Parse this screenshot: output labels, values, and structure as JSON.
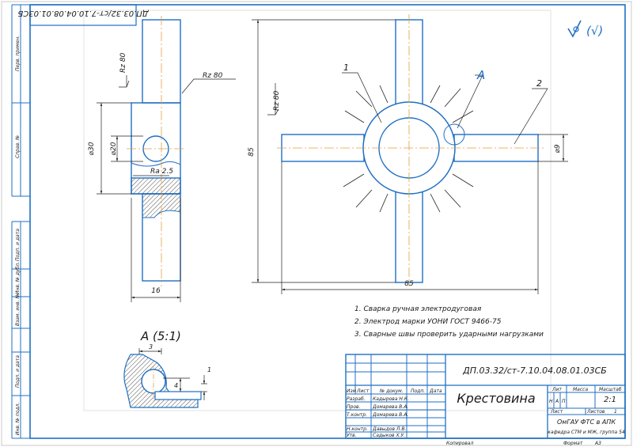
{
  "doc_code": "ДП.03.32/ст-7.10.04.08.01.03СБ",
  "doc_code_rotated": "ДП.03.32/ст-7.10.04.08.01.03СБ",
  "part_name": "Крестовина",
  "roughness_symbol": "(√)",
  "dims": {
    "total_height": "85",
    "total_width": "85",
    "d30": "⌀30",
    "d20": "⌀20",
    "d9": "⌀9",
    "thickness": "16",
    "detail_3": "3",
    "detail_4": "4",
    "detail_1": "1"
  },
  "roughness": {
    "rz80_a": "Rz 80",
    "rz80_b": "Rz 80",
    "rz80_c": "Rz 80",
    "ra25": "Ra 2.5"
  },
  "callouts": {
    "one": "1",
    "two": "2",
    "A": "A"
  },
  "detail_title": "А (5:1)",
  "notes": [
    "1. Сварка ручная электродуговая",
    "2. Электрод марки УОНИ ГОСТ 9466-75",
    "3. Сварные швы проверить ударными нагрузками"
  ],
  "title_block": {
    "lit": "Лит",
    "mass": "Масса",
    "scale": "Масштаб",
    "scale_value": "2:1",
    "sheet": "Лист",
    "sheets": "Листов",
    "sheets_count": "1",
    "org_line1": "ОмГАУ ФТС в АПК",
    "org_line2": "кафедра СТМ и МЖ, группа 54",
    "n_lit": "Н",
    "a_lit": "А",
    "p_lit": "П",
    "header": [
      "Изм",
      "Лист",
      "№ докум.",
      "Подп.",
      "Дата"
    ],
    "rows": [
      {
        "role": "Разраб.",
        "name": "Кадырова Н.К."
      },
      {
        "role": "Пров.",
        "name": "Домарева В.А."
      },
      {
        "role": "Т.контр.",
        "name": "Домарева В.А."
      },
      {
        "role": "Н.контр.",
        "name": "Давыдов Л.В."
      },
      {
        "role": "Утв.",
        "name": "Садыков Х.У."
      }
    ]
  },
  "bottom_labels": {
    "copy": "Копировал",
    "format": "Формат",
    "format_value": "А3"
  },
  "side_labels": [
    "Перв. примен.",
    "Справ. №",
    "Подп. и дата",
    "Инв. № дубл.",
    "Взам. инв. №",
    "Подп. и дата",
    "Инв. № подл."
  ],
  "colors": {
    "line": "#1f6fc4",
    "frame": "#1f6fc4",
    "centerline": "#e0a040",
    "dim": "#222222",
    "text": "#1a1a1a"
  }
}
